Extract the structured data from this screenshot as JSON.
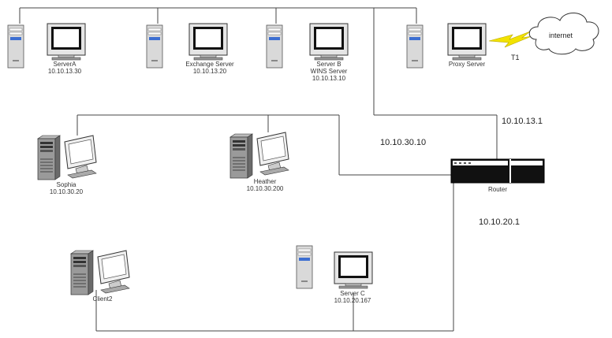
{
  "network_labels": {
    "net_13": "10.10.13.1",
    "net_30": "10.10.30.10",
    "net_20": "10.10.20.1",
    "link": "T1",
    "cloud": "internet"
  },
  "nodes": [
    {
      "id": "servera",
      "lines": [
        "ServerA",
        "10.10.13.30"
      ]
    },
    {
      "id": "exchange",
      "lines": [
        "Exchange Server",
        "10.10.13.20"
      ]
    },
    {
      "id": "serverb",
      "lines": [
        "Server B",
        "WINS Server",
        "10.10.13.10"
      ]
    },
    {
      "id": "proxy",
      "lines": [
        "Proxy Server"
      ]
    },
    {
      "id": "sophia",
      "lines": [
        "Sophia",
        "10.10.30.20"
      ]
    },
    {
      "id": "heather",
      "lines": [
        "Heather",
        "10.10.30.200"
      ]
    },
    {
      "id": "router",
      "lines": [
        "Router"
      ]
    },
    {
      "id": "client2",
      "lines": [
        "Client2"
      ]
    },
    {
      "id": "serverc",
      "lines": [
        "Server C",
        "10.10.20.167"
      ]
    }
  ],
  "colors": {
    "line": "#444444",
    "screen": "#ffffff",
    "case": "#d8d8d8",
    "bolt": "#f2e200"
  }
}
